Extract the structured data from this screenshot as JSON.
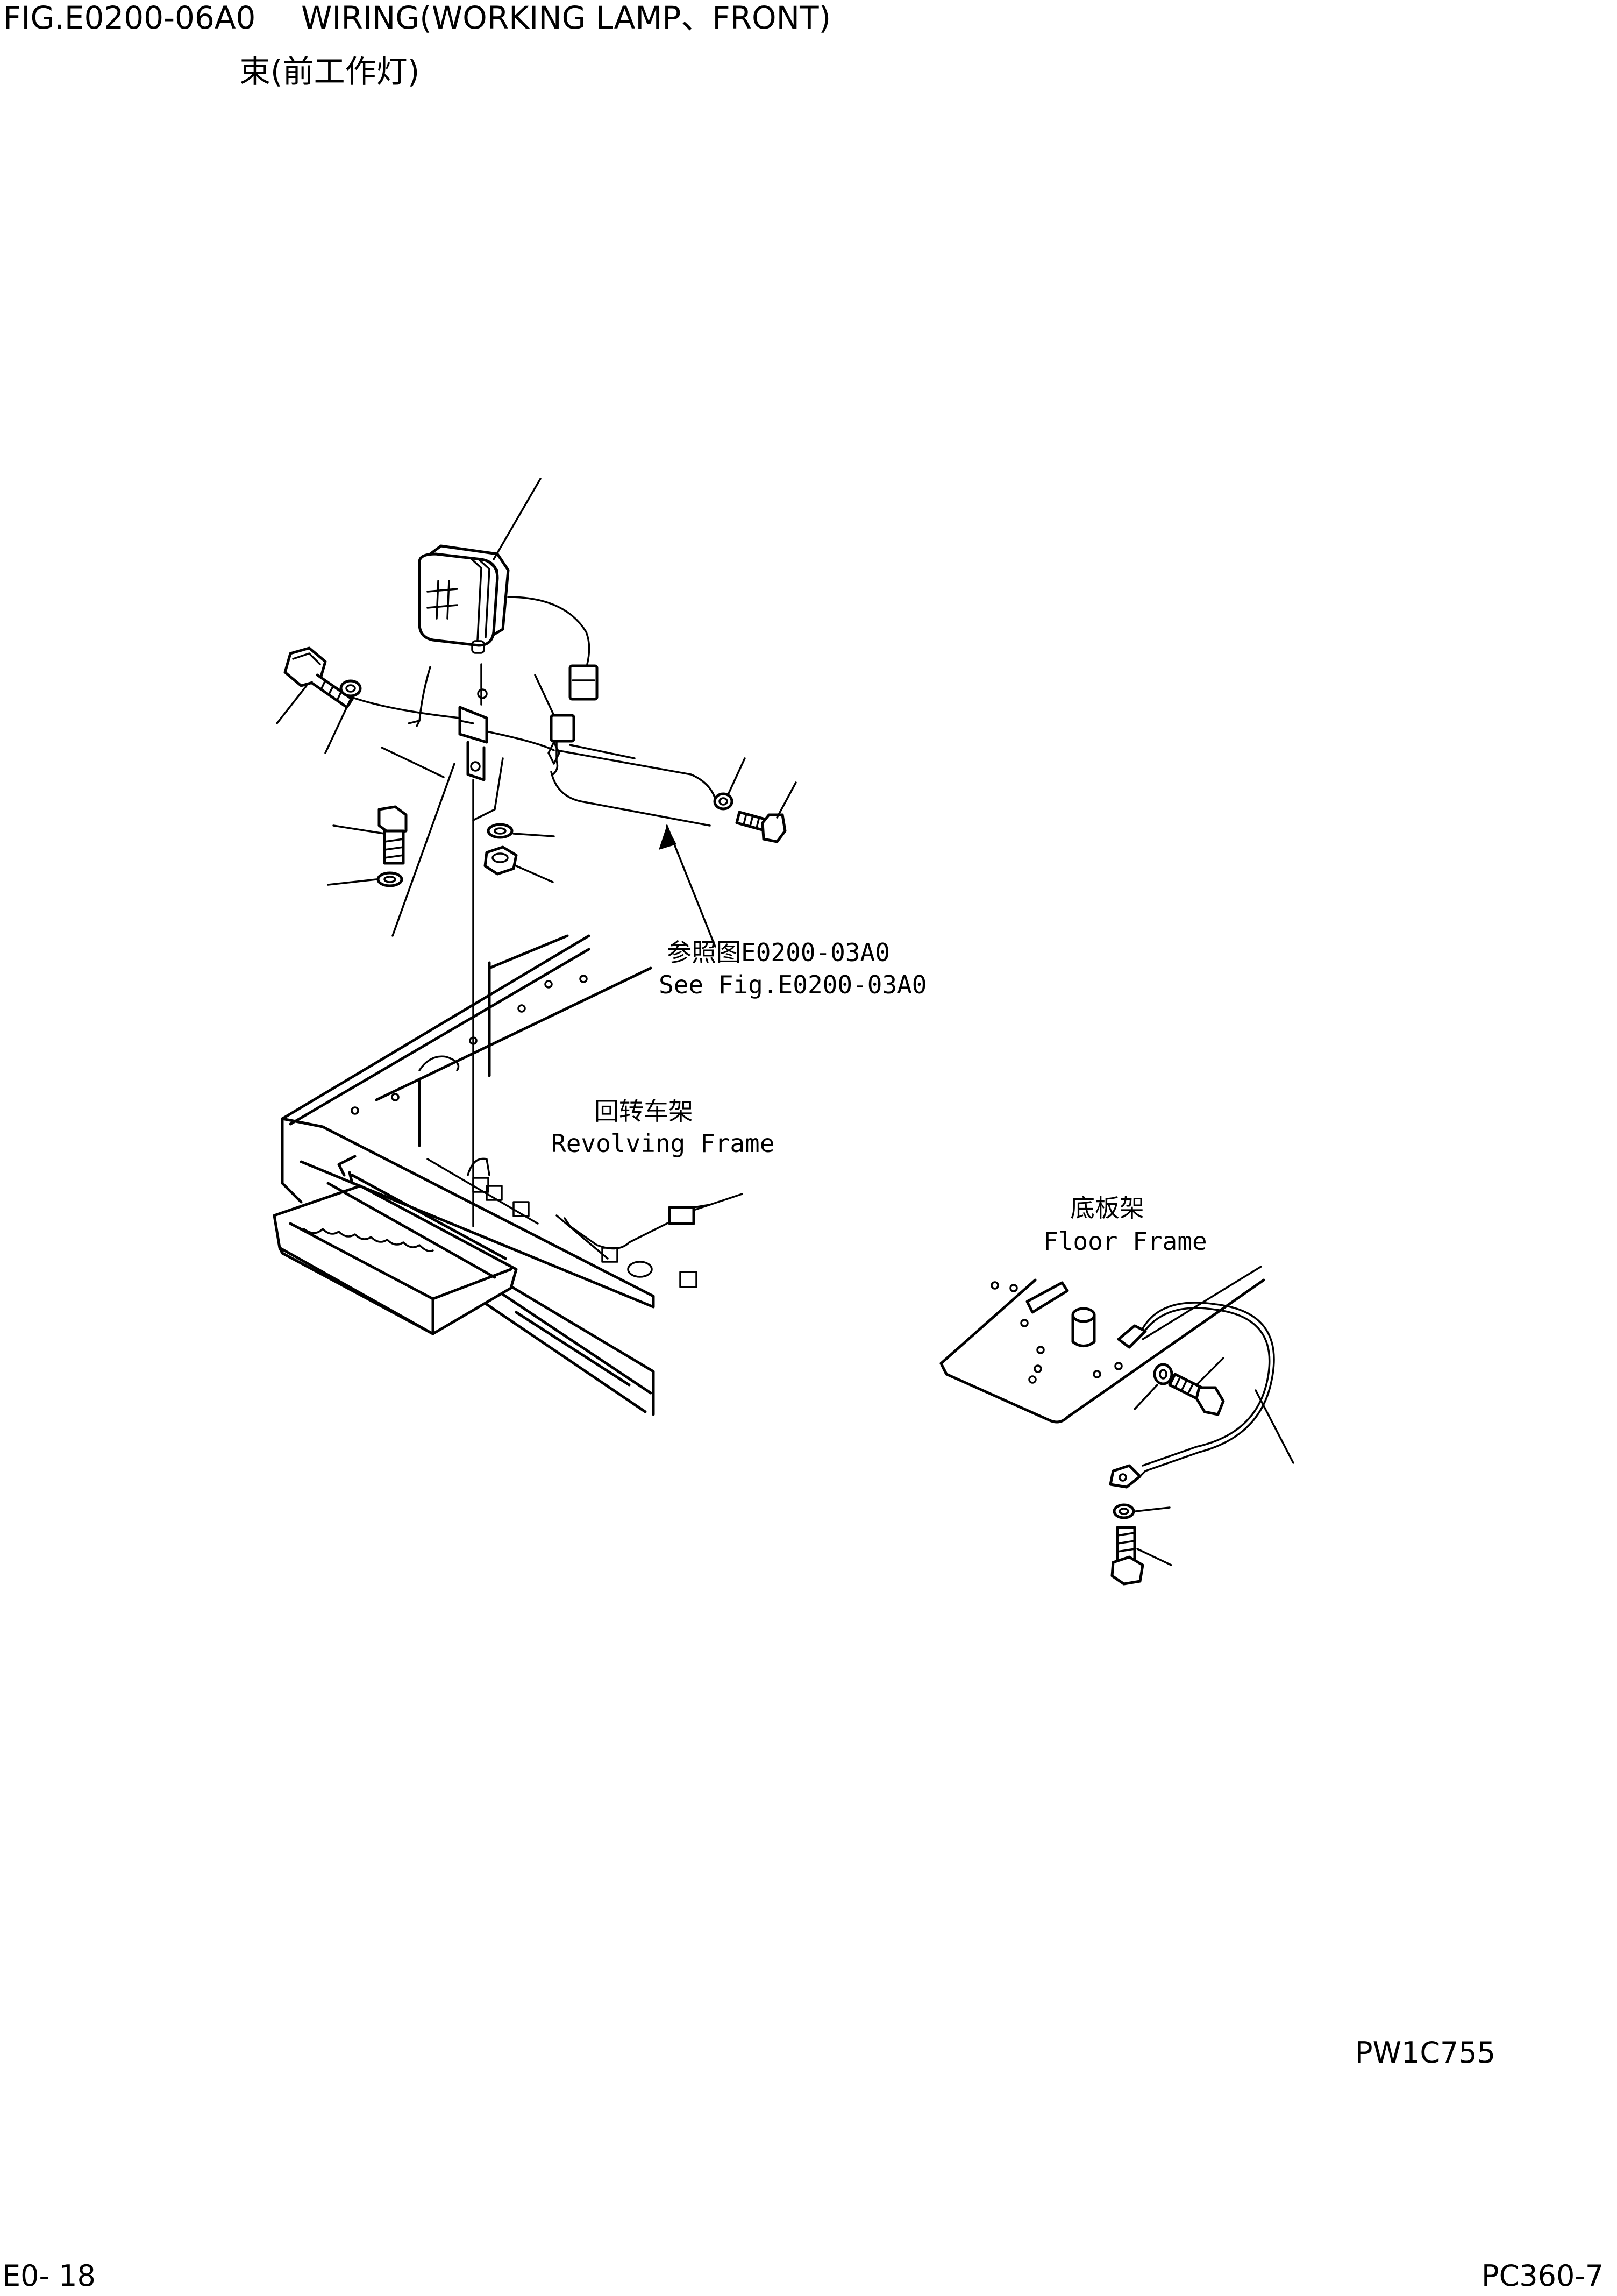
{
  "header": {
    "fig_id": "FIG.E0200-06A0",
    "title_en": "WIRING(WORKING LAMP、FRONT)",
    "title_cn": "束(前工作灯)"
  },
  "labels": {
    "see_fig_cn": "参照图E0200-03A0",
    "see_fig_en": "See Fig.E0200-03A0",
    "revolving_cn": "回转车架",
    "revolving_en": "Revolving Frame",
    "floor_cn": "底板架",
    "floor_en": "Floor Frame"
  },
  "footer": {
    "drawing_no": "PW1C755",
    "page": "E0- 18",
    "model": "PC360-7"
  }
}
